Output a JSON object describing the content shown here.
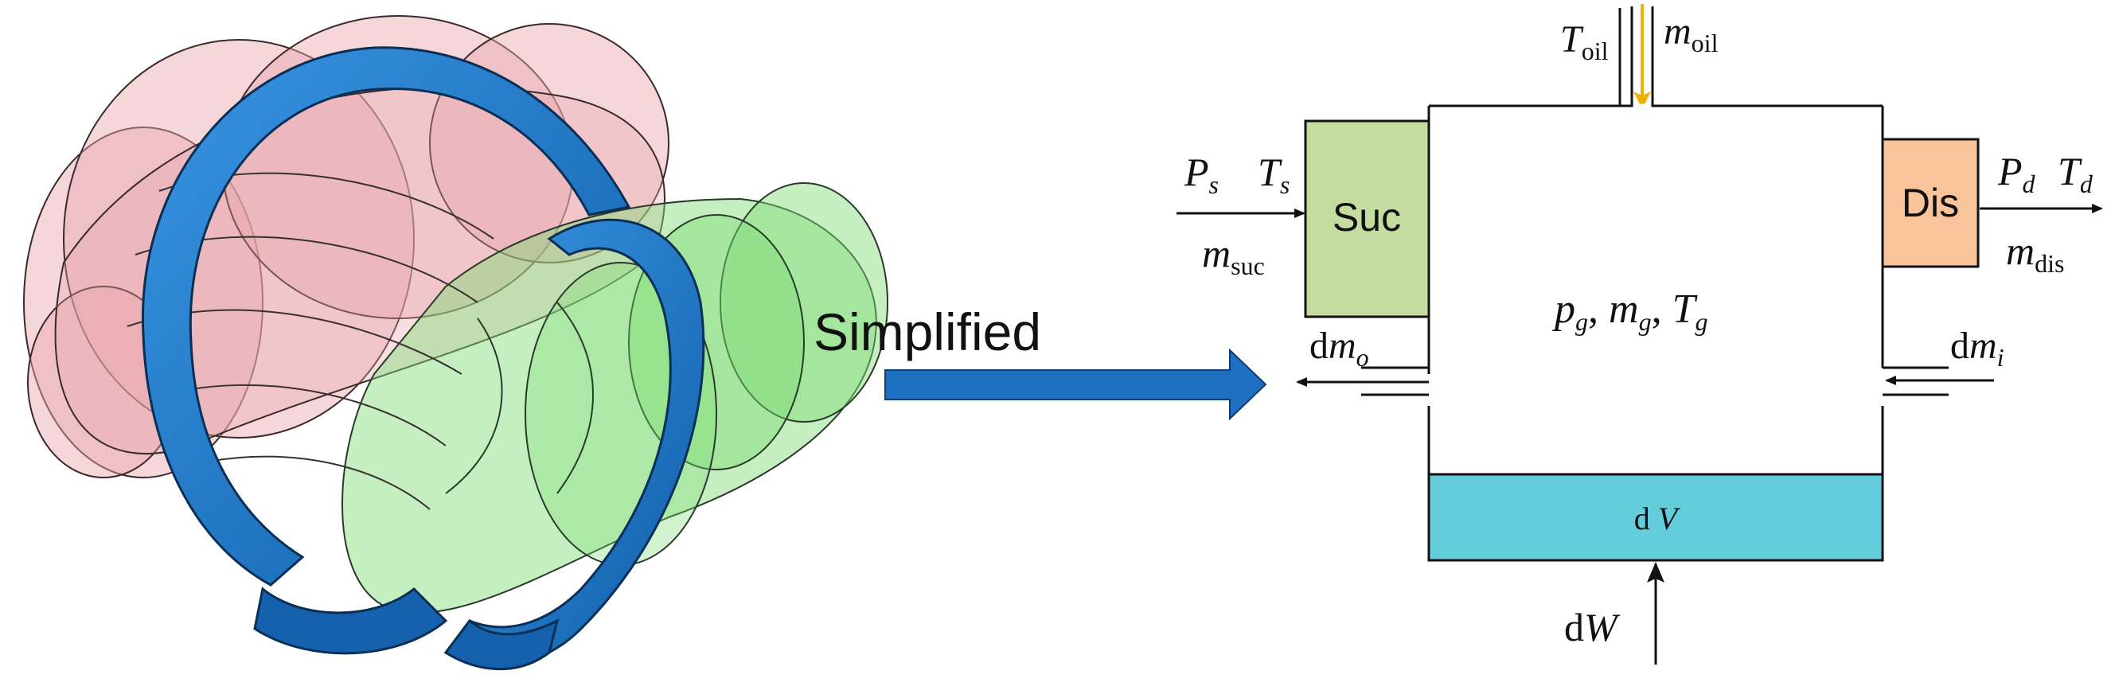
{
  "colors": {
    "line": "#111111",
    "oil_arrow": "#f0b000",
    "suction_fill": "#c4dca0",
    "discharge_fill": "#f9c39c",
    "volume_fill": "#63cddc",
    "big_arrow": "#1f6fc0",
    "rotor_pink": "#e9a7ad",
    "rotor_green": "#7fdc76",
    "housing_blue": "#1b74c6"
  },
  "left_model": {
    "icon": "screw-compressor-3d-model"
  },
  "simplify_arrow": {
    "label": "Simplified",
    "icon": "right-arrow-icon"
  },
  "control_volume": {
    "state_label": "p_g, m_g, T_g",
    "suction_box_label": "Suc",
    "discharge_box_label": "Dis",
    "volume_box_label": "dV",
    "oil_labels": {
      "T": "T",
      "T_sub": "oil",
      "m": "m",
      "m_sub": "oil"
    },
    "suction_labels": {
      "P": "P",
      "P_sub": "s",
      "T": "T",
      "T_sub": "s",
      "m": "m",
      "m_sub": "suc"
    },
    "discharge_labels": {
      "P": "P",
      "P_sub": "d",
      "T": "T",
      "T_sub": "d",
      "m": "m",
      "m_sub": "dis"
    },
    "leak_out_label": {
      "prefix": "d",
      "var": "m",
      "sub": "o"
    },
    "leak_in_label": {
      "prefix": "d",
      "var": "m",
      "sub": "i"
    },
    "work_label": {
      "prefix": "d",
      "var": "W"
    },
    "state_vars": [
      {
        "var": "p",
        "sub": "g"
      },
      {
        "var": "m",
        "sub": "g"
      },
      {
        "var": "T",
        "sub": "g"
      }
    ]
  }
}
